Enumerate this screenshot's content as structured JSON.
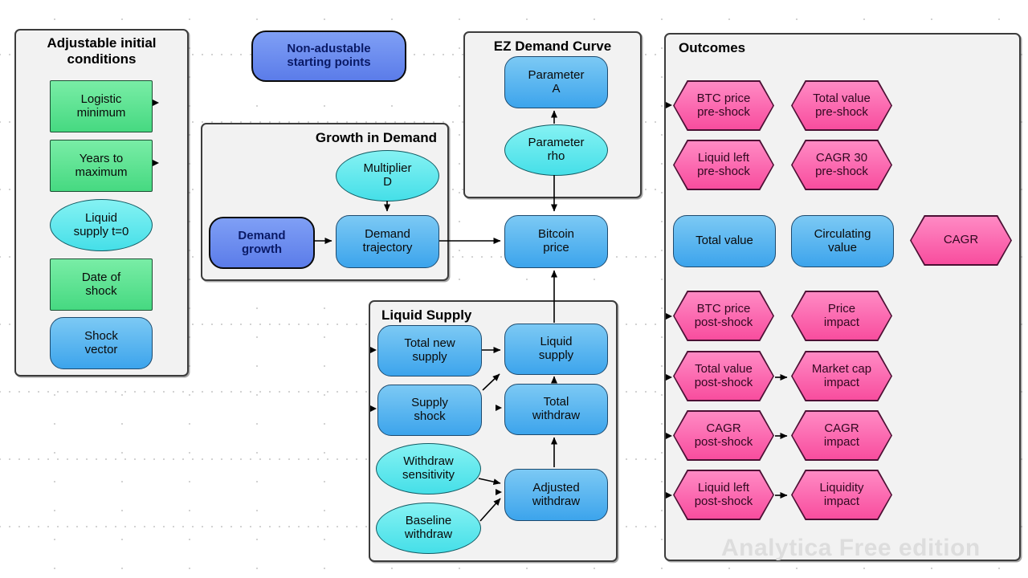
{
  "watermark": "Analytica Free edition",
  "boxes": {
    "adjustable": "Adjustable initial conditions",
    "growth": "Growth in Demand",
    "ez": "EZ Demand Curve",
    "liquid": "Liquid Supply",
    "outcomes": "Outcomes"
  },
  "nodes": {
    "logistic_minimum": "Logistic minimum",
    "years_to_maximum": "Years to maximum",
    "liquid_supply_t0": "Liquid supply t=0",
    "date_of_shock": "Date of shock",
    "shock_vector": "Shock vector",
    "non_adjustable": "Non-adustable starting points",
    "multiplier_d": "Multiplier D",
    "demand_growth": "Demand growth",
    "demand_trajectory": "Demand trajectory",
    "parameter_a": "Parameter A",
    "parameter_rho": "Parameter rho",
    "bitcoin_price": "Bitcoin price",
    "total_new_supply": "Total new supply",
    "supply_shock": "Supply shock",
    "withdraw_sensitivity": "Withdraw sensitivity",
    "baseline_withdraw": "Baseline withdraw",
    "liquid_supply": "Liquid supply",
    "total_withdraw": "Total withdraw",
    "adjusted_withdraw": "Adjusted withdraw",
    "btc_price_pre": "BTC price pre-shock",
    "total_value_pre": "Total value pre-shock",
    "liquid_left_pre": "Liquid left pre-shock",
    "cagr30_pre": "CAGR 30 pre-shock",
    "total_value": "Total value",
    "circulating_value": "Circulating value",
    "cagr": "CAGR",
    "btc_price_post": "BTC price post-shock",
    "price_impact": "Price impact",
    "total_value_post": "Total value post-shock",
    "market_cap_impact": "Market cap impact",
    "cagr_post": "CAGR post-shock",
    "cagr_impact": "CAGR impact",
    "liquid_left_post": "Liquid left post-shock",
    "liquidity_impact": "Liquidity impact"
  },
  "colors": {
    "decision_green": "#46d981",
    "variable_blue": "#3ca4ec",
    "chance_cyan": "#45dfe8",
    "module_blue": "#5b7ce9",
    "objective_pink": "#f84d9e",
    "box_background": "#f2f2f2"
  }
}
